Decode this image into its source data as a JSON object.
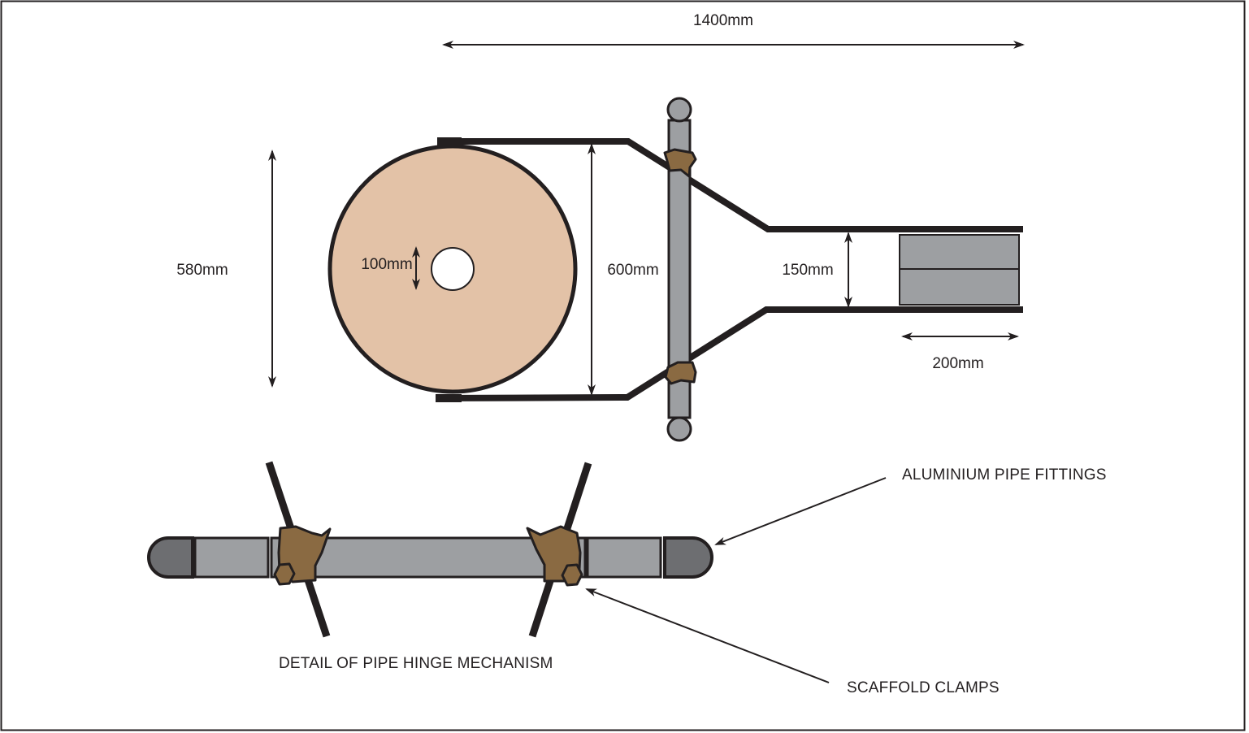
{
  "dimensions": {
    "overall_length": "1400mm",
    "frame_outer_height": "580mm",
    "hole_diameter": "100mm",
    "hoop_span": "600mm",
    "neck_width": "150mm",
    "block_length": "200mm"
  },
  "callouts": {
    "pipe_fittings": "ALUMINIUM PIPE FITTINGS",
    "clamps": "SCAFFOLD CLAMPS",
    "detail_caption": "DETAIL OF PIPE HINGE MECHANISM"
  },
  "colors": {
    "disc_fill": "#e3c2a7",
    "pipe_grey": "#9d9fa2",
    "pipe_dark": "#6d6e71",
    "clamp_brown": "#8a6a42",
    "line": "#231f20"
  }
}
